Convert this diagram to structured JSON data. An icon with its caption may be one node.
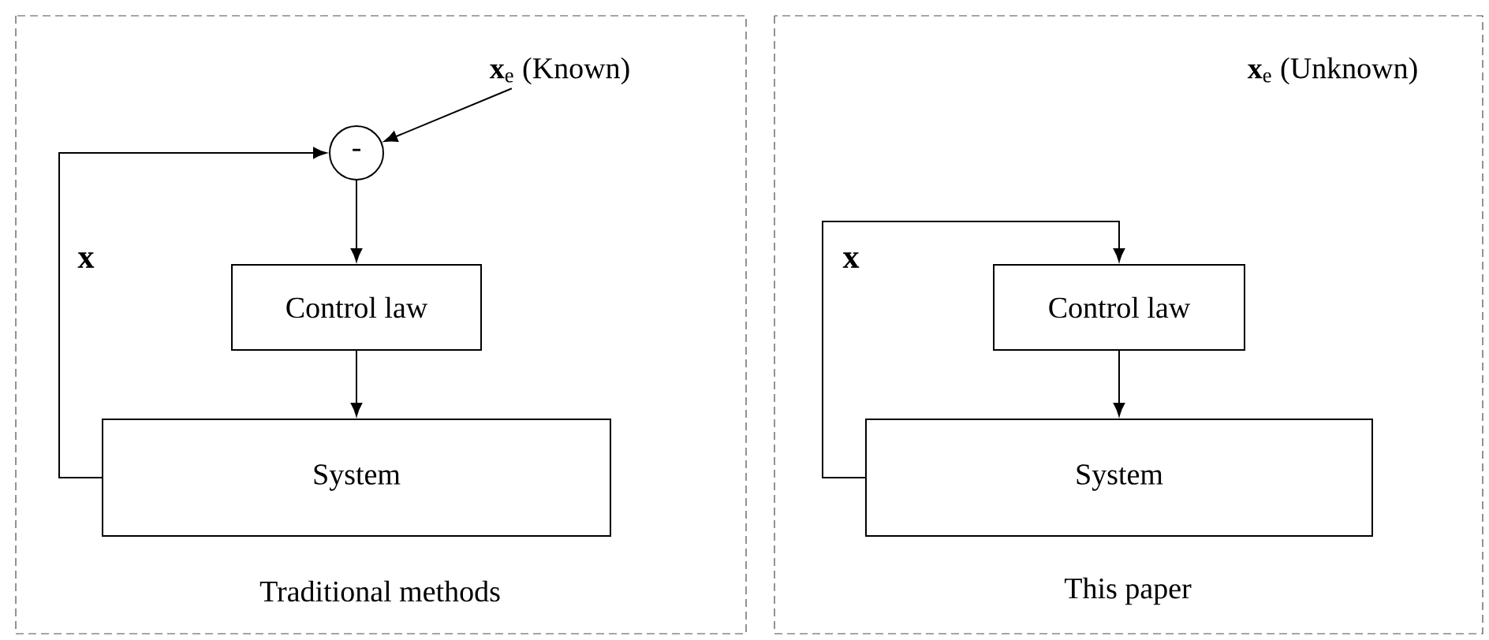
{
  "diagram": {
    "nodes": [
      {
        "text": [
          "Traditional methods"
        ]
      },
      {
        "text": [
          "**x**$_{e}$ (Known)"
        ],
        "in": 0
      },
      {
        "text": [
          "-"
        ],
        "in": 0
      },
      {
        "text": [
          "Control law"
        ],
        "in": 0
      },
      {
        "text": [
          "System"
        ],
        "in": 0
      },
      {
        "text": [
          "This paper"
        ]
      },
      {
        "text": [
          "Control law"
        ],
        "in": 5
      },
      {
        "text": [
          "System"
        ],
        "in": 5
      }
    ],
    "edges": [
      {
        "from": 1,
        "to": 2,
        "arrow": "to"
      },
      {
        "from": 4,
        "to": 2,
        "arrow": "to",
        "label": "x"
      },
      {
        "from": 2,
        "to": 3,
        "arrow": "to"
      },
      {
        "from": 3,
        "to": 4,
        "arrow": "to"
      },
      {
        "from": 7,
        "to": 6,
        "arrow": "to",
        "label": "x"
      },
      {
        "from": 6,
        "to": 7,
        "arrow": "to"
      }
    ],
    "labels": [
      "**x**$_{e}$ (Unknown)"
    ]
  }
}
